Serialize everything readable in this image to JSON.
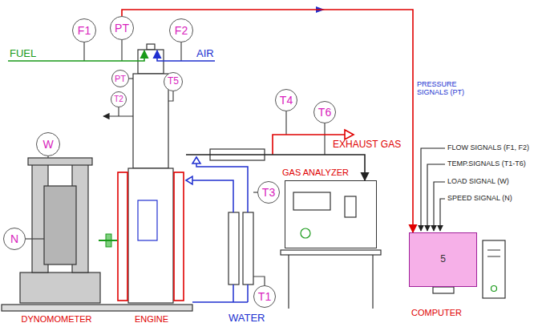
{
  "diagram": {
    "nodes": [
      {
        "text": [
          "F1"
        ]
      },
      {
        "text": [
          "PT"
        ]
      },
      {
        "text": [
          "F2"
        ]
      },
      {
        "text": [
          "T4"
        ]
      },
      {
        "text": [
          "PT"
        ]
      },
      {
        "text": [
          "T2"
        ]
      },
      {
        "text": [
          "T5"
        ]
      },
      {
        "text": [
          "T6"
        ]
      },
      {
        "text": [
          "W"
        ]
      },
      {
        "text": [
          "GAS ANALYZER"
        ]
      },
      {
        "text": [
          "T3"
        ]
      },
      {
        "text": [
          "N"
        ]
      },
      {
        "text": [
          "DYNOMOMETER"
        ]
      },
      {
        "text": [
          "ENGINE"
        ]
      },
      {
        "text": [
          "T1"
        ]
      },
      {
        "text": [
          "5",
          "COMPUTER"
        ]
      }
    ],
    "edges": [
      {
        "from": 1,
        "to": 15,
        "arrow": "to",
        "label": "PRESSURE SIGNALS (PT)"
      },
      {
        "from": 13,
        "to": 9,
        "arrow": "to"
      },
      {
        "from": 12,
        "to": 13,
        "arrow": "none"
      }
    ],
    "labels": [
      "FUEL",
      "AIR",
      "EXHAUST GAS",
      "FLOW SIGNALS (F1, F2)",
      "TEMP.SIGNALS (T1-T6)",
      "LOAD SIGNAL (W)",
      "SPEED SIGNAL (N)",
      "WATER"
    ]
  }
}
